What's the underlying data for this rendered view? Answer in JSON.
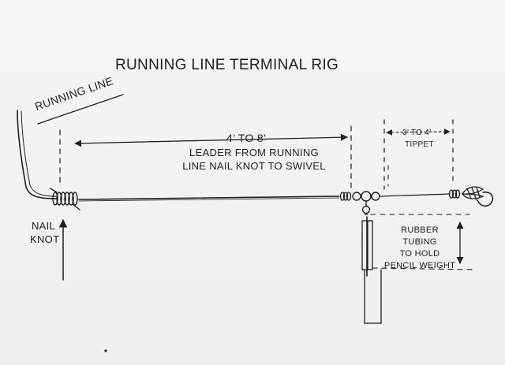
{
  "title": "RUNNING LINE TERMINAL RIG",
  "labels": {
    "running_line": "RUNNING LINE",
    "leader_length": "4’ TO 8’",
    "leader_desc_1": "LEADER FROM RUNNING",
    "leader_desc_2": "LINE NAIL KNOT TO SWIVEL",
    "tippet_length": "3’ TO 4’",
    "tippet": "TIPPET",
    "nail_knot_1": "NAIL",
    "nail_knot_2": "KNOT",
    "rubber_1": "RUBBER",
    "rubber_2": "TUBING",
    "rubber_3": "TO HOLD",
    "rubber_4": "PENCIL WEIGHT"
  },
  "colors": {
    "ink": "#1f1f1f",
    "paper": "#f4f4f4"
  }
}
